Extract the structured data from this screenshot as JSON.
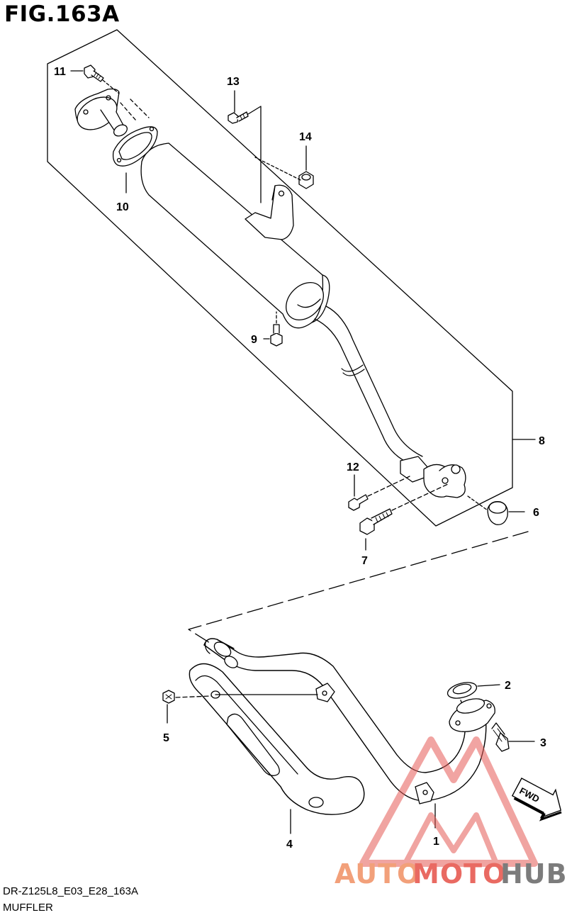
{
  "figure": {
    "title": "FIG.163A"
  },
  "footer": {
    "code": "DR-Z125L8_E03_E28_163A",
    "name": "MUFFLER"
  },
  "callouts": {
    "c1": "1",
    "c2": "2",
    "c3": "3",
    "c4": "4",
    "c5": "5",
    "c6": "6",
    "c7": "7",
    "c8": "8",
    "c9": "9",
    "c10": "10",
    "c11": "11",
    "c12": "12",
    "c13": "13",
    "c14": "14"
  },
  "direction_badge": {
    "label": "FWD"
  },
  "watermark": {
    "part1": "AUTO",
    "part2": "MOTO",
    "part3": "HUB",
    "color_accent": "#f2a07a",
    "color_mid": "#e96a62",
    "color_end": "#7c7c7c"
  },
  "icons": {
    "muffler": "muffler-icon",
    "exhaust_pipe": "exhaust-pipe-icon",
    "heat_shield": "heat-shield-icon",
    "bolt": "bolt-icon",
    "gasket": "gasket-icon",
    "fwd_arrow": "fwd-arrow-icon",
    "logo": "automotohub-logo-icon"
  }
}
